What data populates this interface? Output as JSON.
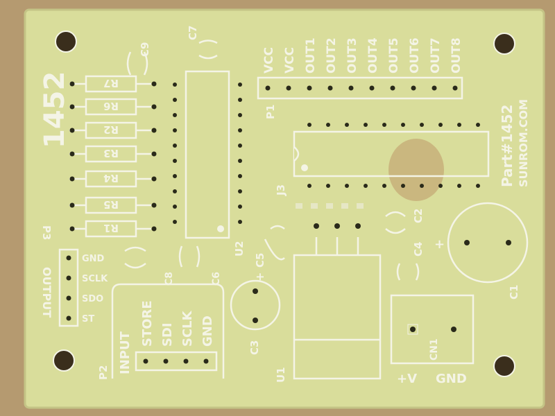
{
  "board": {
    "board_number": "1452",
    "part_text": "Part#1452",
    "brand_text": "SUNROM.COM",
    "colors": {
      "substrate": "#d9dd9b",
      "silkscreen": "#f4f4e6",
      "background": "#b59a70",
      "stain": "#b0704a"
    }
  },
  "resistors": [
    "R7",
    "R6",
    "R2",
    "R3",
    "R4",
    "R5",
    "R1"
  ],
  "capacitors": {
    "c9": "C9",
    "c7": "C7",
    "c8": "C8",
    "c6": "C6",
    "c5": "C5",
    "c3": "C3",
    "c2": "C2",
    "c4": "C4",
    "c1": "C1",
    "c5_plus": "+",
    "c1_plus": "+"
  },
  "chips": {
    "u2": "U2",
    "j3": "J3",
    "u1": "U1"
  },
  "header_p1": {
    "ref": "P1",
    "pins": [
      "VCC",
      "VCC",
      "OUT1",
      "OUT2",
      "OUT3",
      "OUT4",
      "OUT5",
      "OUT6",
      "OUT7",
      "OUT8"
    ]
  },
  "header_p3": {
    "ref": "P3",
    "title": "OUTPUT",
    "pins": [
      "GND",
      "SCLK",
      "SDO",
      "ST"
    ]
  },
  "header_p2": {
    "ref": "P2",
    "title": "INPUT",
    "pins": [
      "STORE",
      "SDI",
      "SCLK",
      "GND"
    ]
  },
  "connector_cn1": {
    "ref": "CN1",
    "plus_label": "+V",
    "gnd_label": "GND"
  }
}
